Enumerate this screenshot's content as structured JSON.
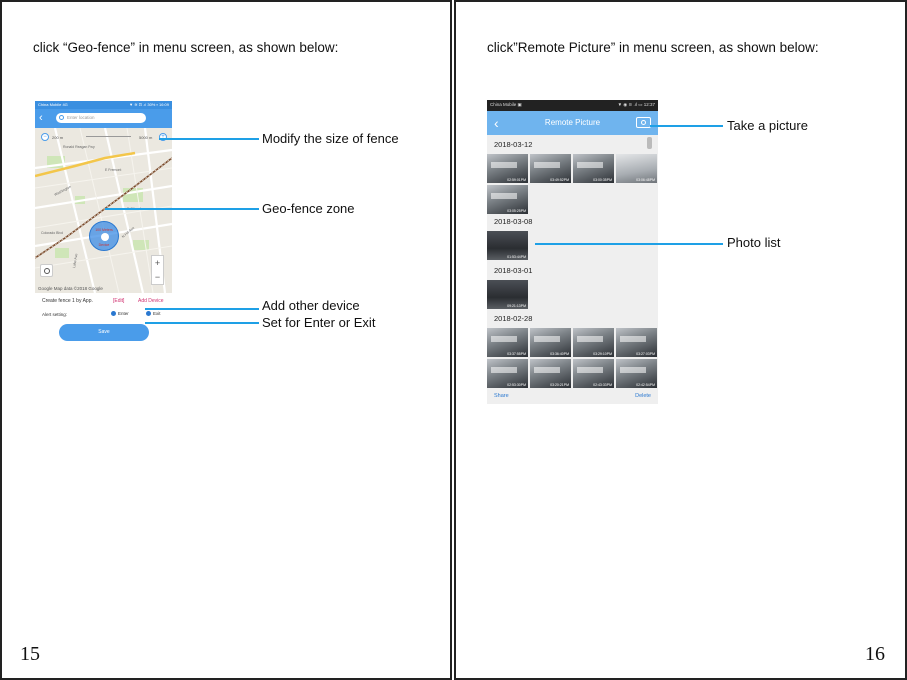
{
  "page15": {
    "heading": "click “Geo-fence” in menu screen, as shown below:",
    "page_number": "15",
    "phone": {
      "status_left": "China Mobile 4G",
      "status_right": "▼ ≋ ⊡ .ıl 30% ▪ 16:09",
      "search_placeholder": "Enter location",
      "slider_min": "200 m",
      "slider_max": "5000 m",
      "slider_min_btn": "−",
      "slider_max_btn": "+",
      "street_labels": [
        "Ronald Reagan Fwy",
        "E Fremont",
        "Washington",
        "Colorado Blvd",
        "E Olive Ave",
        "Lake Ave",
        "N Hill Ave"
      ],
      "zone_top": "100 Meters",
      "zone_bottom": "Device",
      "zoom_in": "+",
      "zoom_out": "−",
      "google": "Google",
      "map_attribution": "Map data ©2018 Google",
      "fence_text": "Create fence 1 by App.",
      "edit_label": "[Edit]",
      "add_device_label": "Add Device",
      "alert_label": "Alert setting:",
      "enter_label": "Enter",
      "exit_label": "Exit",
      "save_label": "Save"
    },
    "callouts": {
      "modify": "Modify the size of fence",
      "zone": "Geo-fence zone",
      "add": "Add other device",
      "set": "Set for Enter or Exit"
    }
  },
  "page16": {
    "heading": "click”Remote Picture” in menu screen, as shown below:",
    "page_number": "16",
    "phone": {
      "status_left": "China Mobile ▣",
      "status_right": "▼ ◉ ≋ .ıl ▭ 12:37",
      "back": "‹",
      "title": "Remote Picture",
      "dates": [
        "2018-03-12",
        "2018-03-08",
        "2018-03-01",
        "2018-02-28"
      ],
      "stamps": [
        "02:59:01PM",
        "03:49:52PM",
        "03:00:35PM",
        "03:06:48PM",
        "03:05:25PM",
        "01:53:44PM",
        "09:21:13PM",
        "03:37:55PM",
        "03:36:40PM",
        "03:29:10PM",
        "03:27:03PM",
        "02:53:30PM",
        "03:20:21PM",
        "02:43:33PM",
        "02:42:54PM"
      ],
      "share": "Share",
      "delete": "Delete"
    },
    "callouts": {
      "take": "Take a picture",
      "list": "Photo list"
    }
  },
  "colors": {
    "accent": "#1ea0e6",
    "app_blue": "#4a9cea",
    "link_red": "#d03070"
  }
}
